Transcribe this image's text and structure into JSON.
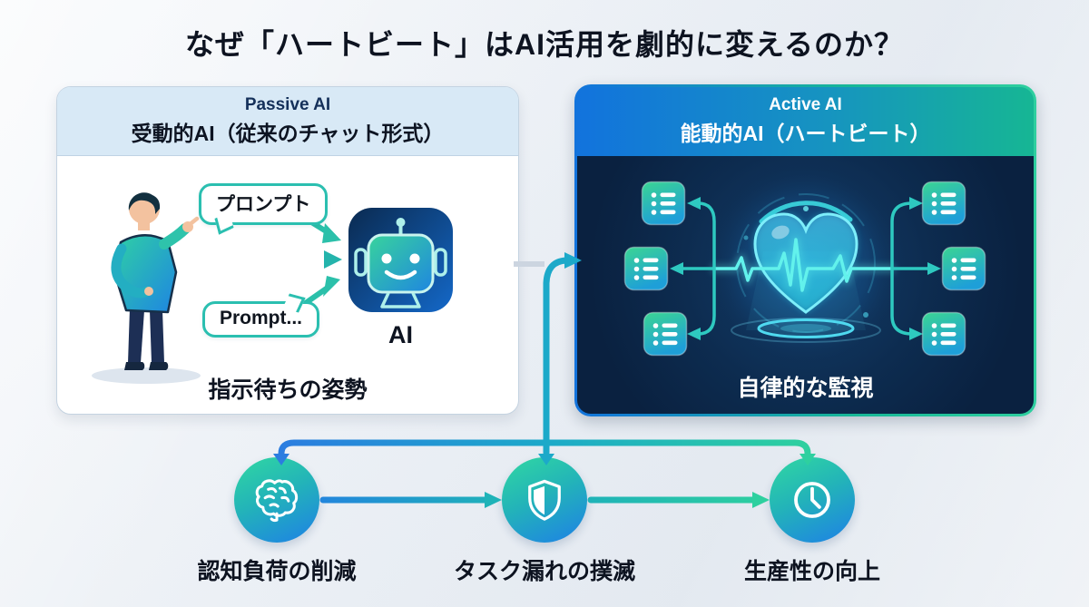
{
  "title": "なぜ「ハートビート」はAI活用を劇的に変えるのか？",
  "passive_panel": {
    "title_en": "Passive AI",
    "title_ja": "受動的AI（従来のチャット形式）",
    "speech_bubble_top": "プロンプト",
    "speech_bubble_bottom": "Prompt...",
    "ai_label": "AI",
    "caption": "指示待ちの姿勢"
  },
  "active_panel": {
    "title_en": "Active AI",
    "title_ja": "能動的AI（ハートビート）",
    "caption": "自律的な監視"
  },
  "benefits": [
    {
      "icon": "brain-icon",
      "label": "認知負荷の削減"
    },
    {
      "icon": "shield-icon",
      "label": "タスク漏れの撲滅"
    },
    {
      "icon": "clock-icon",
      "label": "生産性の向上"
    }
  ],
  "colors": {
    "accent_teal": "#2bbfb0",
    "accent_blue": "#1e7fd8",
    "accent_green": "#2ecf9f",
    "panel_dark_navy": "#0a2342",
    "passive_header_blue": "#d8e9f6",
    "ekg_cyan": "#62f2ec"
  }
}
